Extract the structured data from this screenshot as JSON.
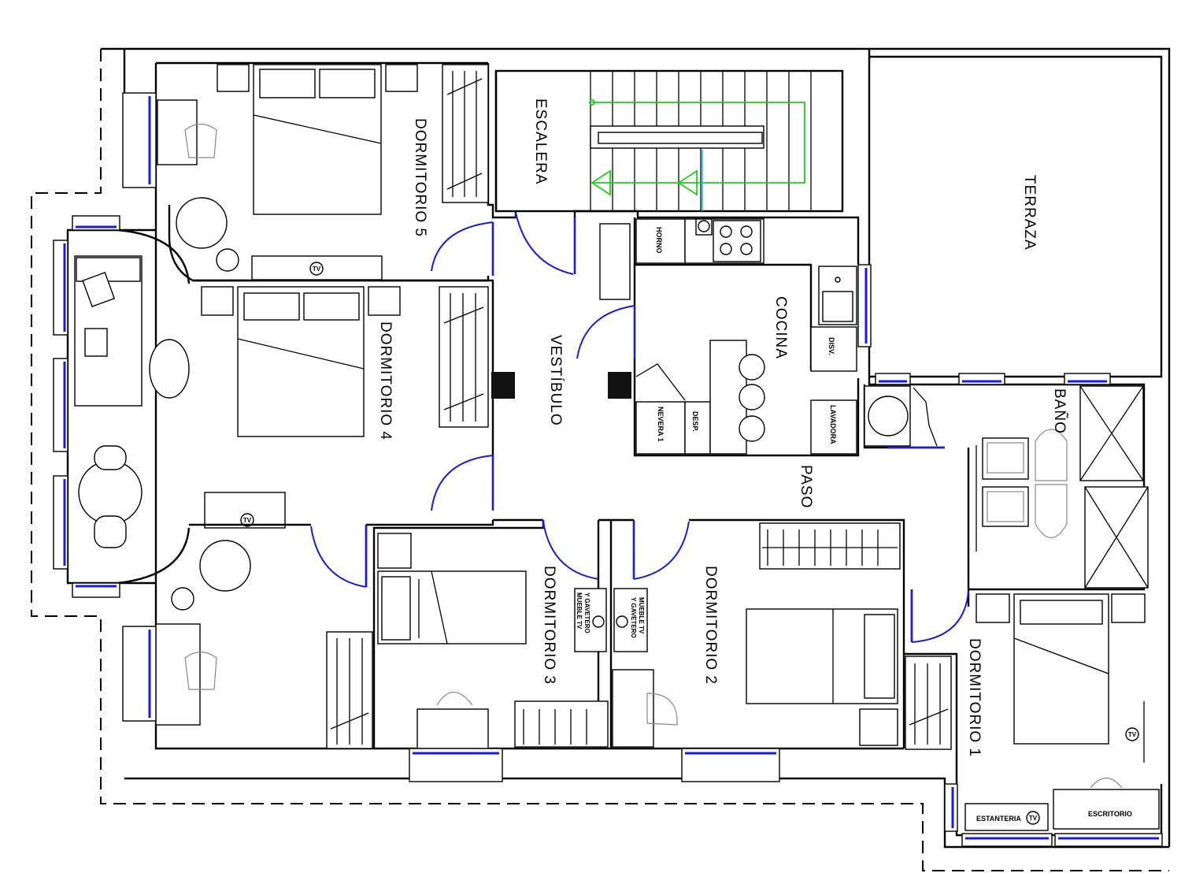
{
  "rooms": {
    "escalera": "ESCALERA",
    "terraza": "TERRAZA",
    "dormitorio5": "DORMITORIO 5",
    "dormitorio4": "DORMITORIO 4",
    "dormitorio3": "DORMITORIO 3",
    "dormitorio2": "DORMITORIO 2",
    "dormitorio1": "DORMITORIO 1",
    "vestibulo": "VESTÍBULO",
    "cocina": "COCINA",
    "paso": "PASO",
    "bano": "BAÑO"
  },
  "appliances": {
    "horno": "HORNO",
    "disv": "DISV.",
    "lavadora": "LAVADORA",
    "nevera": "NEVERA 1",
    "desp": "DESP."
  },
  "furniture": {
    "tv": "TV",
    "mueble_tv_line1": "MUEBLE TV",
    "mueble_tv_line2": "Y GAVETERO",
    "estanteria": "ESTANTERIA",
    "escritorio": "ESCRITORIO"
  },
  "colors": {
    "walls": "#000000",
    "windows_doors": "#1a1adc",
    "stair_path": "#1ad21a",
    "background": "#ffffff"
  }
}
